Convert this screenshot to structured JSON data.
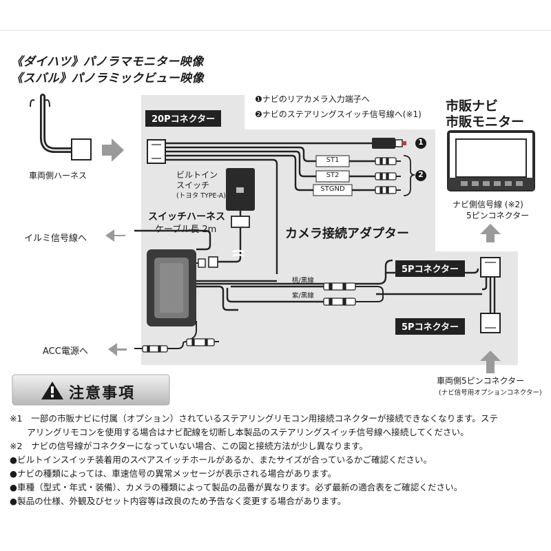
{
  "headers": {
    "line1": "《ダイハツ》パノラマモニター映像",
    "line2": "《スバル》パノラミックビュー映像"
  },
  "legend": {
    "item1": "❶ナビのリアカメラ入力端子へ",
    "item2": "❷ナビのステアリングスイッチ信号線へ(※1)"
  },
  "monitor": {
    "line1": "市販ナビ",
    "line2": "市販モニター"
  },
  "connector_20p": "20Pコネクター",
  "vehicle_harness": "車両側ハーネス",
  "builtin_switch": {
    "line1": "ビルトイン",
    "line2": "スイッチ",
    "line3": "(トヨタ TYPE-A)"
  },
  "st_labels": [
    "ST1",
    "ST2",
    "STGND"
  ],
  "badges": [
    "1",
    "2"
  ],
  "switch_harness": {
    "line1": "スイッチハーネス",
    "line2": "ケーブル長 2m"
  },
  "camera_adapter": "カメラ接続アダプター",
  "illumi": "イルミ信号線へ",
  "acc": "ACC電源へ",
  "nav_signal": {
    "line1": "ナビ側信号線 (※2)",
    "line2": "5ピンコネクター"
  },
  "connector_5p_top": "5Pコネクター",
  "connector_5p_bottom": "5Pコネクター",
  "wire_peach": "桃/黒線",
  "wire_purple": "紫/黒線",
  "vehicle_5pin": {
    "line1": "車両側5ピンコネクター",
    "line2": "(ナビ信号用オプションコネクター)"
  },
  "caution_title": "注意事項",
  "notes": [
    "※1　一部の市販ナビに付属（オプション）されているステアリングリモコン用接続コネクターが接続できなくなります。ステ",
    "　　アリングリモコンを使用する場合はナビ配線を切断し本製品のステアリングスイッチ信号線へ接続してください。",
    "※2　ナビの信号線がコネクターになっていない場合、この図と接続方法が少し異なります。",
    "●ビルトインスイッチ装着用のスペアスイッチホールがあるか、またサイズが合っているかご確認ください。",
    "●ナビの種類によっては、車速信号の異常メッセージが表示される場合があります。",
    "●車種（型式・年式・装備）、カメラの種類によって製品の品番が異なります。必ず最新の適合表をご確認ください。",
    "●製品の仕様、外観及びセット内容等は改良のため予告なく変更する場合があります。"
  ]
}
